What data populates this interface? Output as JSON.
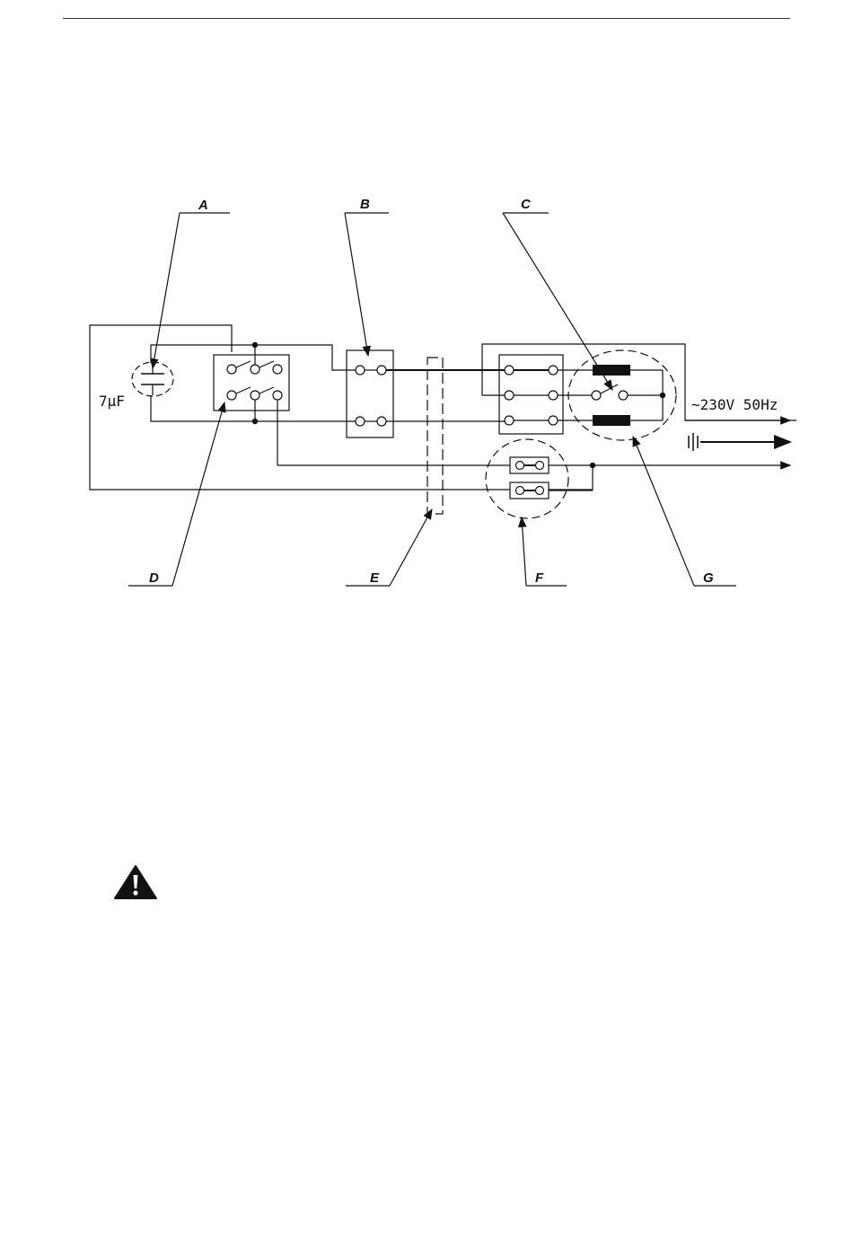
{
  "labels": {
    "a": "A",
    "b": "B",
    "c": "C",
    "d": "D",
    "e": "E",
    "f": "F",
    "g": "G"
  },
  "capacitor": {
    "value": "7µF"
  },
  "supply": {
    "text": "~230V 50Hz"
  },
  "icons": {
    "ground": "ground-icon",
    "warning": "warning-triangle-icon"
  },
  "colors": {
    "ink": "#111111",
    "background": "#ffffff"
  }
}
